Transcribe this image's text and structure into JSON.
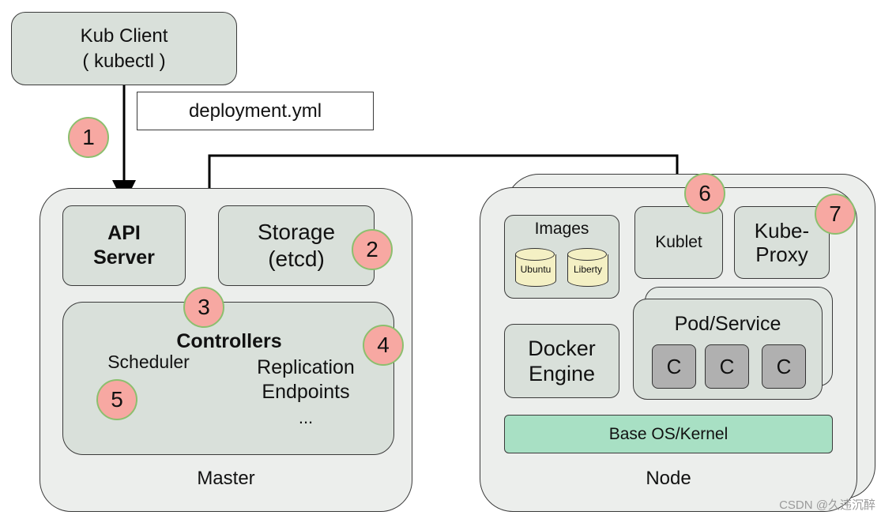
{
  "client": {
    "line1": "Kub Client",
    "line2": "( kubectl )"
  },
  "deployment_file": "deployment.yml",
  "master": {
    "label": "Master",
    "api_server": {
      "line1": "API",
      "line2": "Server"
    },
    "storage": {
      "line1": "Storage",
      "line2": "(etcd)"
    },
    "controllers": {
      "title": "Controllers",
      "scheduler": "Scheduler",
      "replication": "Replication",
      "endpoints": "Endpoints",
      "more": "..."
    }
  },
  "node": {
    "label": "Node",
    "images": {
      "title": "Images",
      "items": [
        "Ubuntu",
        "Liberty"
      ]
    },
    "kubelet": "Kublet",
    "kube_proxy": {
      "line1": "Kube-",
      "line2": "Proxy"
    },
    "docker_engine": {
      "line1": "Docker",
      "line2": "Engine"
    },
    "pod_service": {
      "title": "Pod/Service",
      "containers": [
        "C",
        "C",
        "C"
      ]
    },
    "base_os": "Base OS/Kernel"
  },
  "steps": [
    "1",
    "2",
    "3",
    "4",
    "5",
    "6",
    "7"
  ],
  "watermark": "CSDN @久违沉醉",
  "colors": {
    "box_fill": "#d9e0da",
    "panel_fill": "#eceeec",
    "badge_fill": "#f7a8a2",
    "badge_ring": "#8cbf6e",
    "base_os_fill": "#a8e0c4",
    "container_fill": "#b0b0b0"
  }
}
